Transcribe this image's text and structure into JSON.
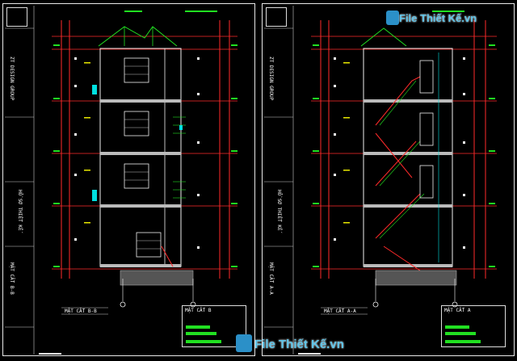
{
  "sheet_a": {
    "section_title": "MẶT CẮT B-B",
    "title_block_label": "MẶT CẮT B",
    "side_labels": [
      "ZT DESIGN GROUP",
      "MẶT CẮT B-B",
      "HỒ SƠ THIẾT KẾ"
    ]
  },
  "sheet_b": {
    "section_title": "MẶT CẮT A-A",
    "title_block_label": "MẶT CẮT A",
    "side_labels": [
      "ZT DESIGN GROUP",
      "MẶT CẮT A-A",
      "HỒ SƠ THIẾT KẾ"
    ]
  },
  "watermark": {
    "top": "File Thiết Kế.vn",
    "bottom": "File Thiết Kế.vn"
  },
  "colors": {
    "red": "#ff2a2a",
    "green": "#21e021",
    "yellow": "#e8e800",
    "cyan": "#00e0e0",
    "white": "#f0f0f0",
    "magenta": "#e040e0"
  }
}
